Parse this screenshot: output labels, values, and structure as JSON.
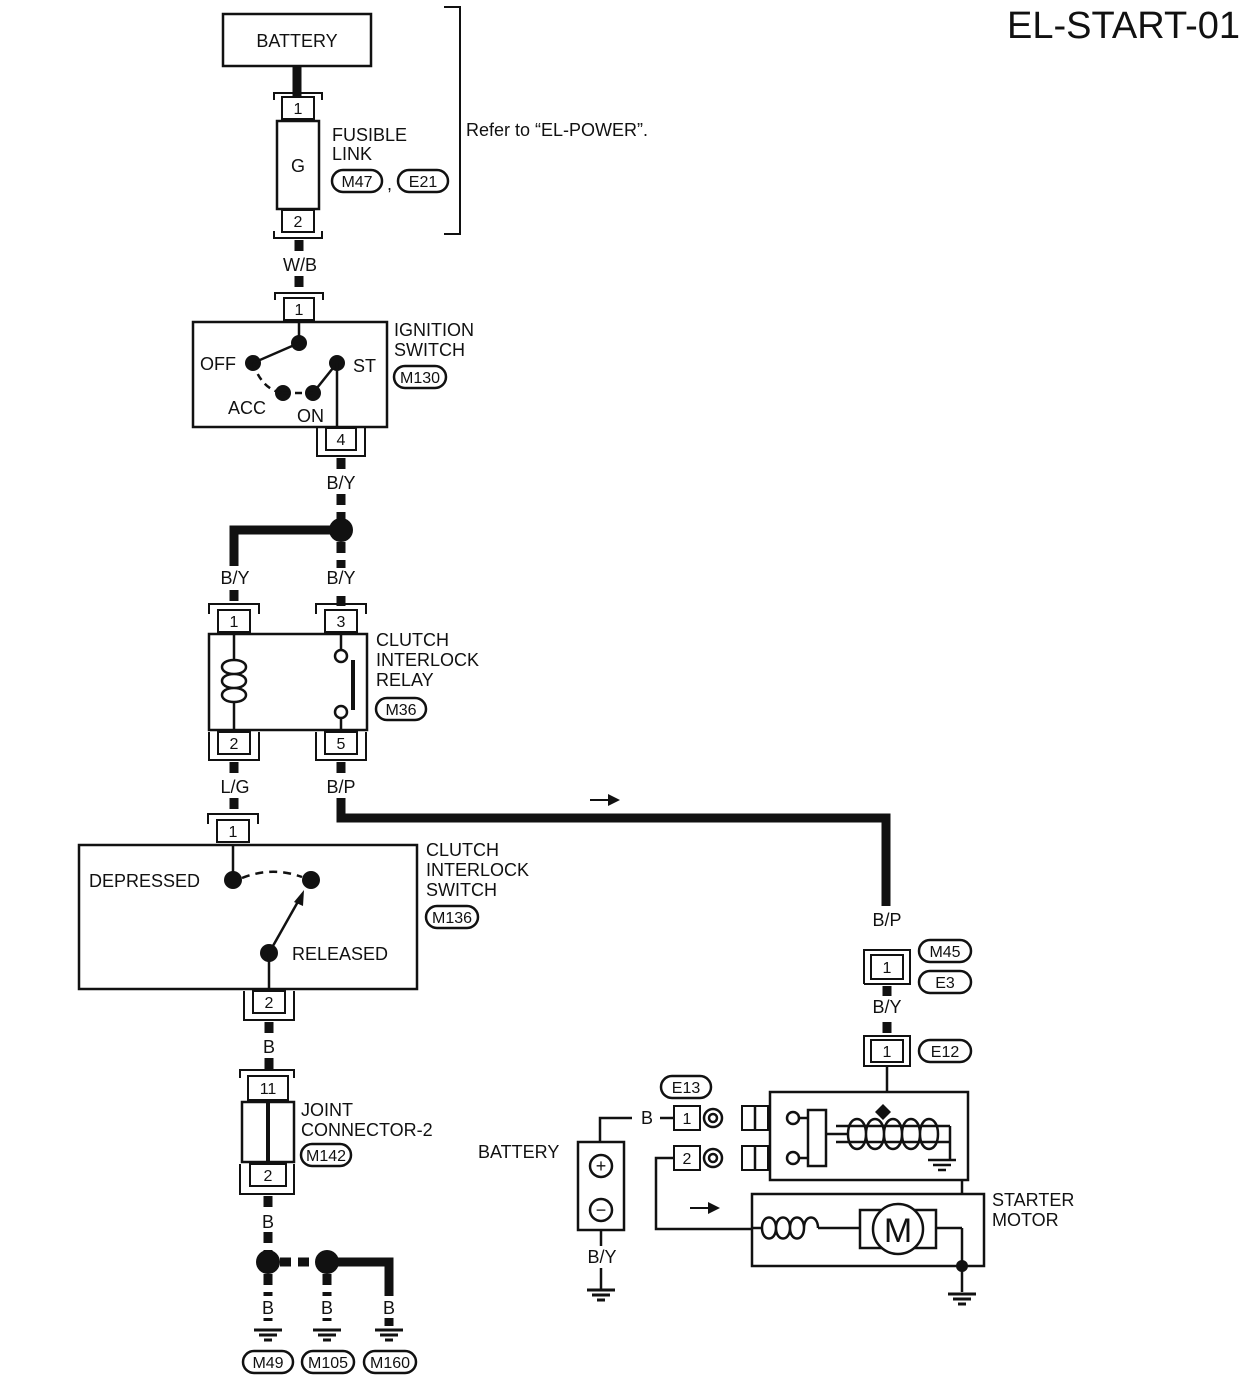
{
  "title": "EL-START-01",
  "battery_top": "BATTERY",
  "power_note": "Refer to “EL-POWER”.",
  "fusible_link": {
    "name_line1": "FUSIBLE",
    "name_line2": "LINK",
    "fuse_letter": "G",
    "pin_top": "1",
    "pin_bottom": "2",
    "connector_a": "M47",
    "separator": ",",
    "connector_b": "E21"
  },
  "wires": {
    "fusible_to_ignition": "W/B",
    "ignition_out": "B/Y",
    "relay_in_1": "B/Y",
    "relay_in_3": "B/Y",
    "relay_out_2": "L/G",
    "relay_out_5": "B/P",
    "starter_feed": "B/P",
    "starter_feed_2": "B/Y",
    "clutch_switch_out": "B",
    "joint_out": "B",
    "ground_1": "B",
    "ground_2": "B",
    "ground_3": "B",
    "battery_e13": "B",
    "battery_ground": "B/Y"
  },
  "ignition_switch": {
    "name_line1": "IGNITION",
    "name_line2": "SWITCH",
    "connector": "M130",
    "pin_in": "1",
    "pin_out": "4",
    "pos_off": "OFF",
    "pos_acc": "ACC",
    "pos_on": "ON",
    "pos_st": "ST"
  },
  "clutch_relay": {
    "name_line1": "CLUTCH",
    "name_line2": "INTERLOCK",
    "name_line3": "RELAY",
    "connector": "M36",
    "pin_1": "1",
    "pin_2": "2",
    "pin_3": "3",
    "pin_5": "5"
  },
  "clutch_switch": {
    "name_line1": "CLUTCH",
    "name_line2": "INTERLOCK",
    "name_line3": "SWITCH",
    "connector": "M136",
    "pin_in": "1",
    "pin_out": "2",
    "state_depressed": "DEPRESSED",
    "state_released": "RELEASED"
  },
  "joint_connector": {
    "name_line1": "JOINT",
    "name_line2": "CONNECTOR-2",
    "connector": "M142",
    "pin_in": "11",
    "pin_out": "2"
  },
  "grounds": [
    "M49",
    "M105",
    "M160"
  ],
  "inline_connector": {
    "top": "M45",
    "bottom": "E3",
    "pin": "1"
  },
  "starter_connector": {
    "name": "E12",
    "pin": "1"
  },
  "battery_connector": {
    "name": "E13",
    "pin_1": "1",
    "pin_2": "2"
  },
  "battery_bottom": {
    "name": "BATTERY",
    "plus": "+",
    "minus": "−"
  },
  "starter_motor": {
    "name_line1": "STARTER",
    "name_line2": "MOTOR",
    "motor_letter": "M"
  }
}
